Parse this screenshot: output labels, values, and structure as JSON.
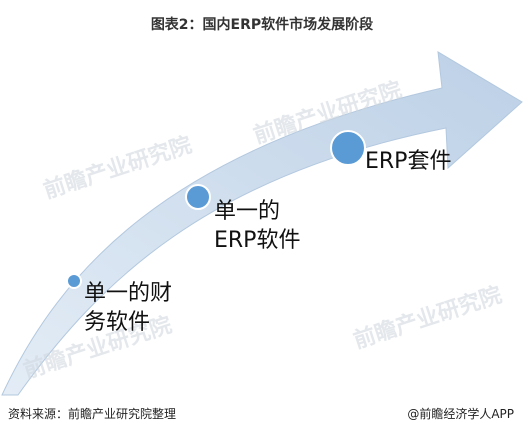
{
  "title": "图表2：国内ERP软件市场发展阶段",
  "stages": [
    {
      "line1": "单一的财",
      "line2": "务软件"
    },
    {
      "line1": "单一的",
      "line2": "ERP软件"
    },
    {
      "line1": "ERP套件",
      "line2": ""
    }
  ],
  "footer": {
    "source": "资料来源：前瞻产业研究院整理",
    "brand": "@前瞻经济学人APP"
  },
  "watermark": "前瞻产业研究院",
  "colors": {
    "arrow": "#c9d9ea",
    "dot": "#5b9bd5",
    "dot_ring": "#ffffff"
  }
}
